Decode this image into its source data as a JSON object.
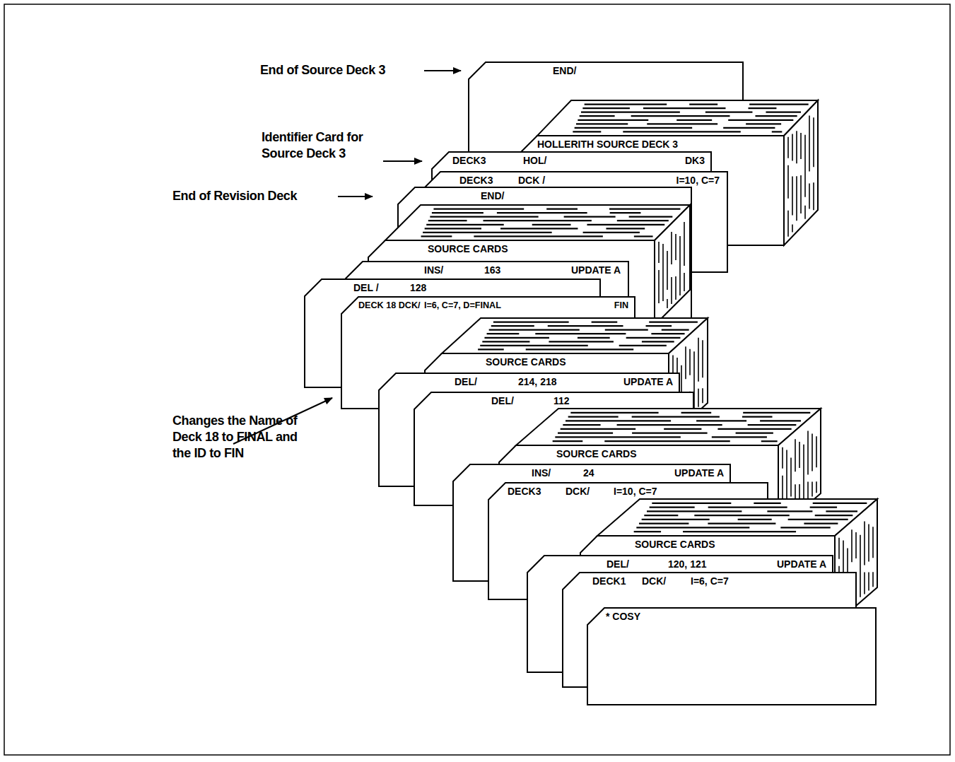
{
  "diagram": {
    "nodes": [
      {
        "text": [
          "END/"
        ]
      },
      {
        "text": [
          "HOLLERITH SOURCE DECK 3"
        ]
      },
      {
        "text": [
          "DECK3",
          "HOL/",
          "DK3"
        ]
      },
      {
        "text": [
          "DECK3",
          "DCK /",
          "I=10, C=7"
        ]
      },
      {
        "text": [
          "END/"
        ]
      },
      {
        "text": [
          "SOURCE CARDS"
        ]
      },
      {
        "text": [
          "INS/",
          "163",
          "UPDATE A"
        ]
      },
      {
        "text": [
          "DEL /",
          "128"
        ]
      },
      {
        "text": [
          "DECK 18 DCK/",
          "I=6, C=7, D=FINAL",
          "FIN"
        ]
      },
      {
        "text": [
          "SOURCE CARDS"
        ]
      },
      {
        "text": [
          "DEL/",
          "214, 218",
          "UPDATE A"
        ]
      },
      {
        "text": [
          "DEL/",
          "112"
        ]
      },
      {
        "text": [
          "SOURCE CARDS"
        ]
      },
      {
        "text": [
          "INS/",
          "24",
          "UPDATE A"
        ]
      },
      {
        "text": [
          "DECK3",
          "DCK/",
          "I=10, C=7"
        ]
      },
      {
        "text": [
          "SOURCE CARDS"
        ]
      },
      {
        "text": [
          "DEL/",
          "120, 121",
          "UPDATE A"
        ]
      },
      {
        "text": [
          "DECK1",
          "DCK/",
          "I=6, C=7"
        ]
      },
      {
        "text": [
          "* COSY"
        ]
      }
    ],
    "labels": [
      "End of Source Deck 3",
      "Identifier Card for Source Deck 3",
      "End of Revision Deck",
      "Changes the Name of Deck 18 to FINAL and the ID to FIN"
    ]
  }
}
